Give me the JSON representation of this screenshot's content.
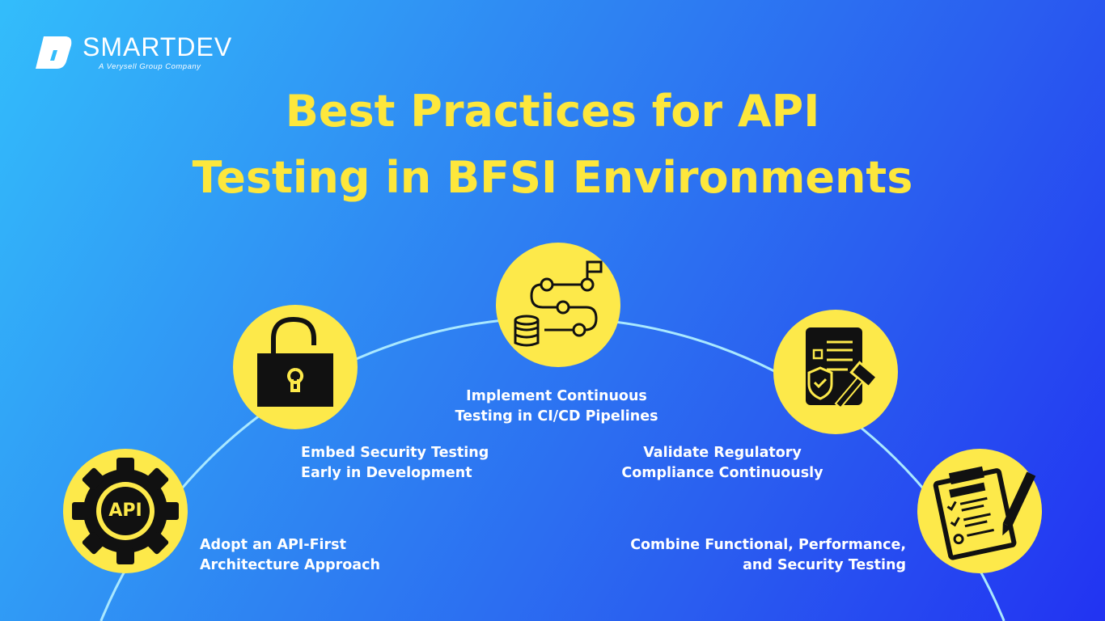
{
  "brand": {
    "name": "SMARTDEV",
    "tagline": "A Verysell Group Company"
  },
  "title": {
    "line1": "Best Practices for API",
    "line2": "Testing in BFSI Environments"
  },
  "practices": [
    {
      "icon": "api-gear-icon",
      "line1": "Adopt an API-First",
      "line2": "Architecture Approach",
      "badge": "API"
    },
    {
      "icon": "padlock-icon",
      "line1": "Embed Security Testing",
      "line2": "Early in Development"
    },
    {
      "icon": "pipeline-icon",
      "line1": "Implement Continuous",
      "line2": "Testing in CI/CD Pipelines"
    },
    {
      "icon": "compliance-document-icon",
      "line1": "Validate Regulatory",
      "line2": "Compliance Continuously"
    },
    {
      "icon": "checklist-icon",
      "line1": "Combine Functional, Performance,",
      "line2": "and Security Testing"
    }
  ],
  "colors": {
    "accent": "#fde94a",
    "arc": "#a9e8ff"
  }
}
